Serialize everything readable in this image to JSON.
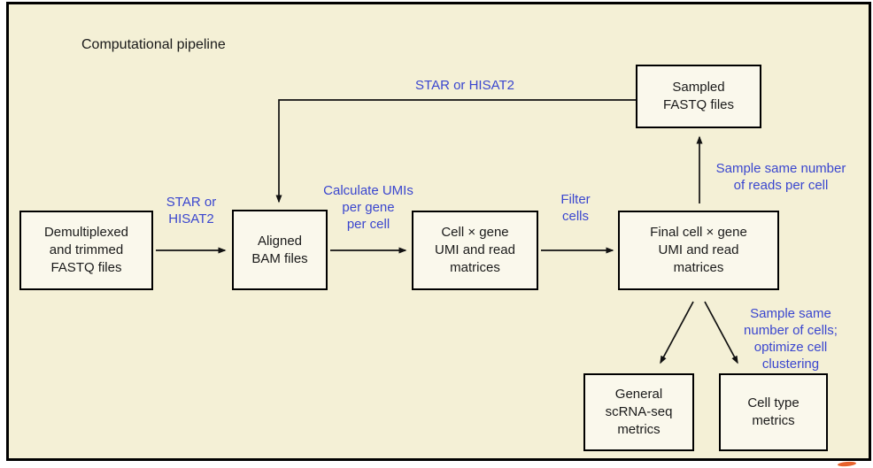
{
  "figure": {
    "title": "Computational pipeline"
  },
  "colors": {
    "page_background": "#ffffff",
    "diagram_background": "#f4f0d6",
    "box_fill": "#faf8ec",
    "box_border": "#000000",
    "arrow": "#111111",
    "label_blue": "#3a46cf",
    "text_black": "#1a1a1a",
    "accent_orange": "#e8622c"
  },
  "nodes": {
    "demultiplexed": {
      "label": "Demultiplexed\nand trimmed\nFASTQ files"
    },
    "aligned": {
      "label": "Aligned\nBAM files"
    },
    "cell_gene": {
      "label": "Cell × gene\nUMI and read\nmatrices"
    },
    "final_cell_gene": {
      "label": "Final cell × gene\nUMI and read\nmatrices"
    },
    "sampled": {
      "label": "Sampled\nFASTQ files"
    },
    "general_metrics": {
      "label": "General\nscRNA-seq\nmetrics"
    },
    "celltype_metrics": {
      "label": "Cell type\nmetrics"
    }
  },
  "edge_labels": {
    "star_top": {
      "label": "STAR or HISAT2"
    },
    "star_left": {
      "label": "STAR or\nHISAT2"
    },
    "calc_umis": {
      "label": "Calculate UMIs\nper gene\nper cell"
    },
    "filter": {
      "label": "Filter\ncells"
    },
    "sample_reads": {
      "label": "Sample same number\nof reads per cell"
    },
    "sample_cells": {
      "label": "Sample same\nnumber of cells;\noptimize cell\nclustering"
    }
  }
}
